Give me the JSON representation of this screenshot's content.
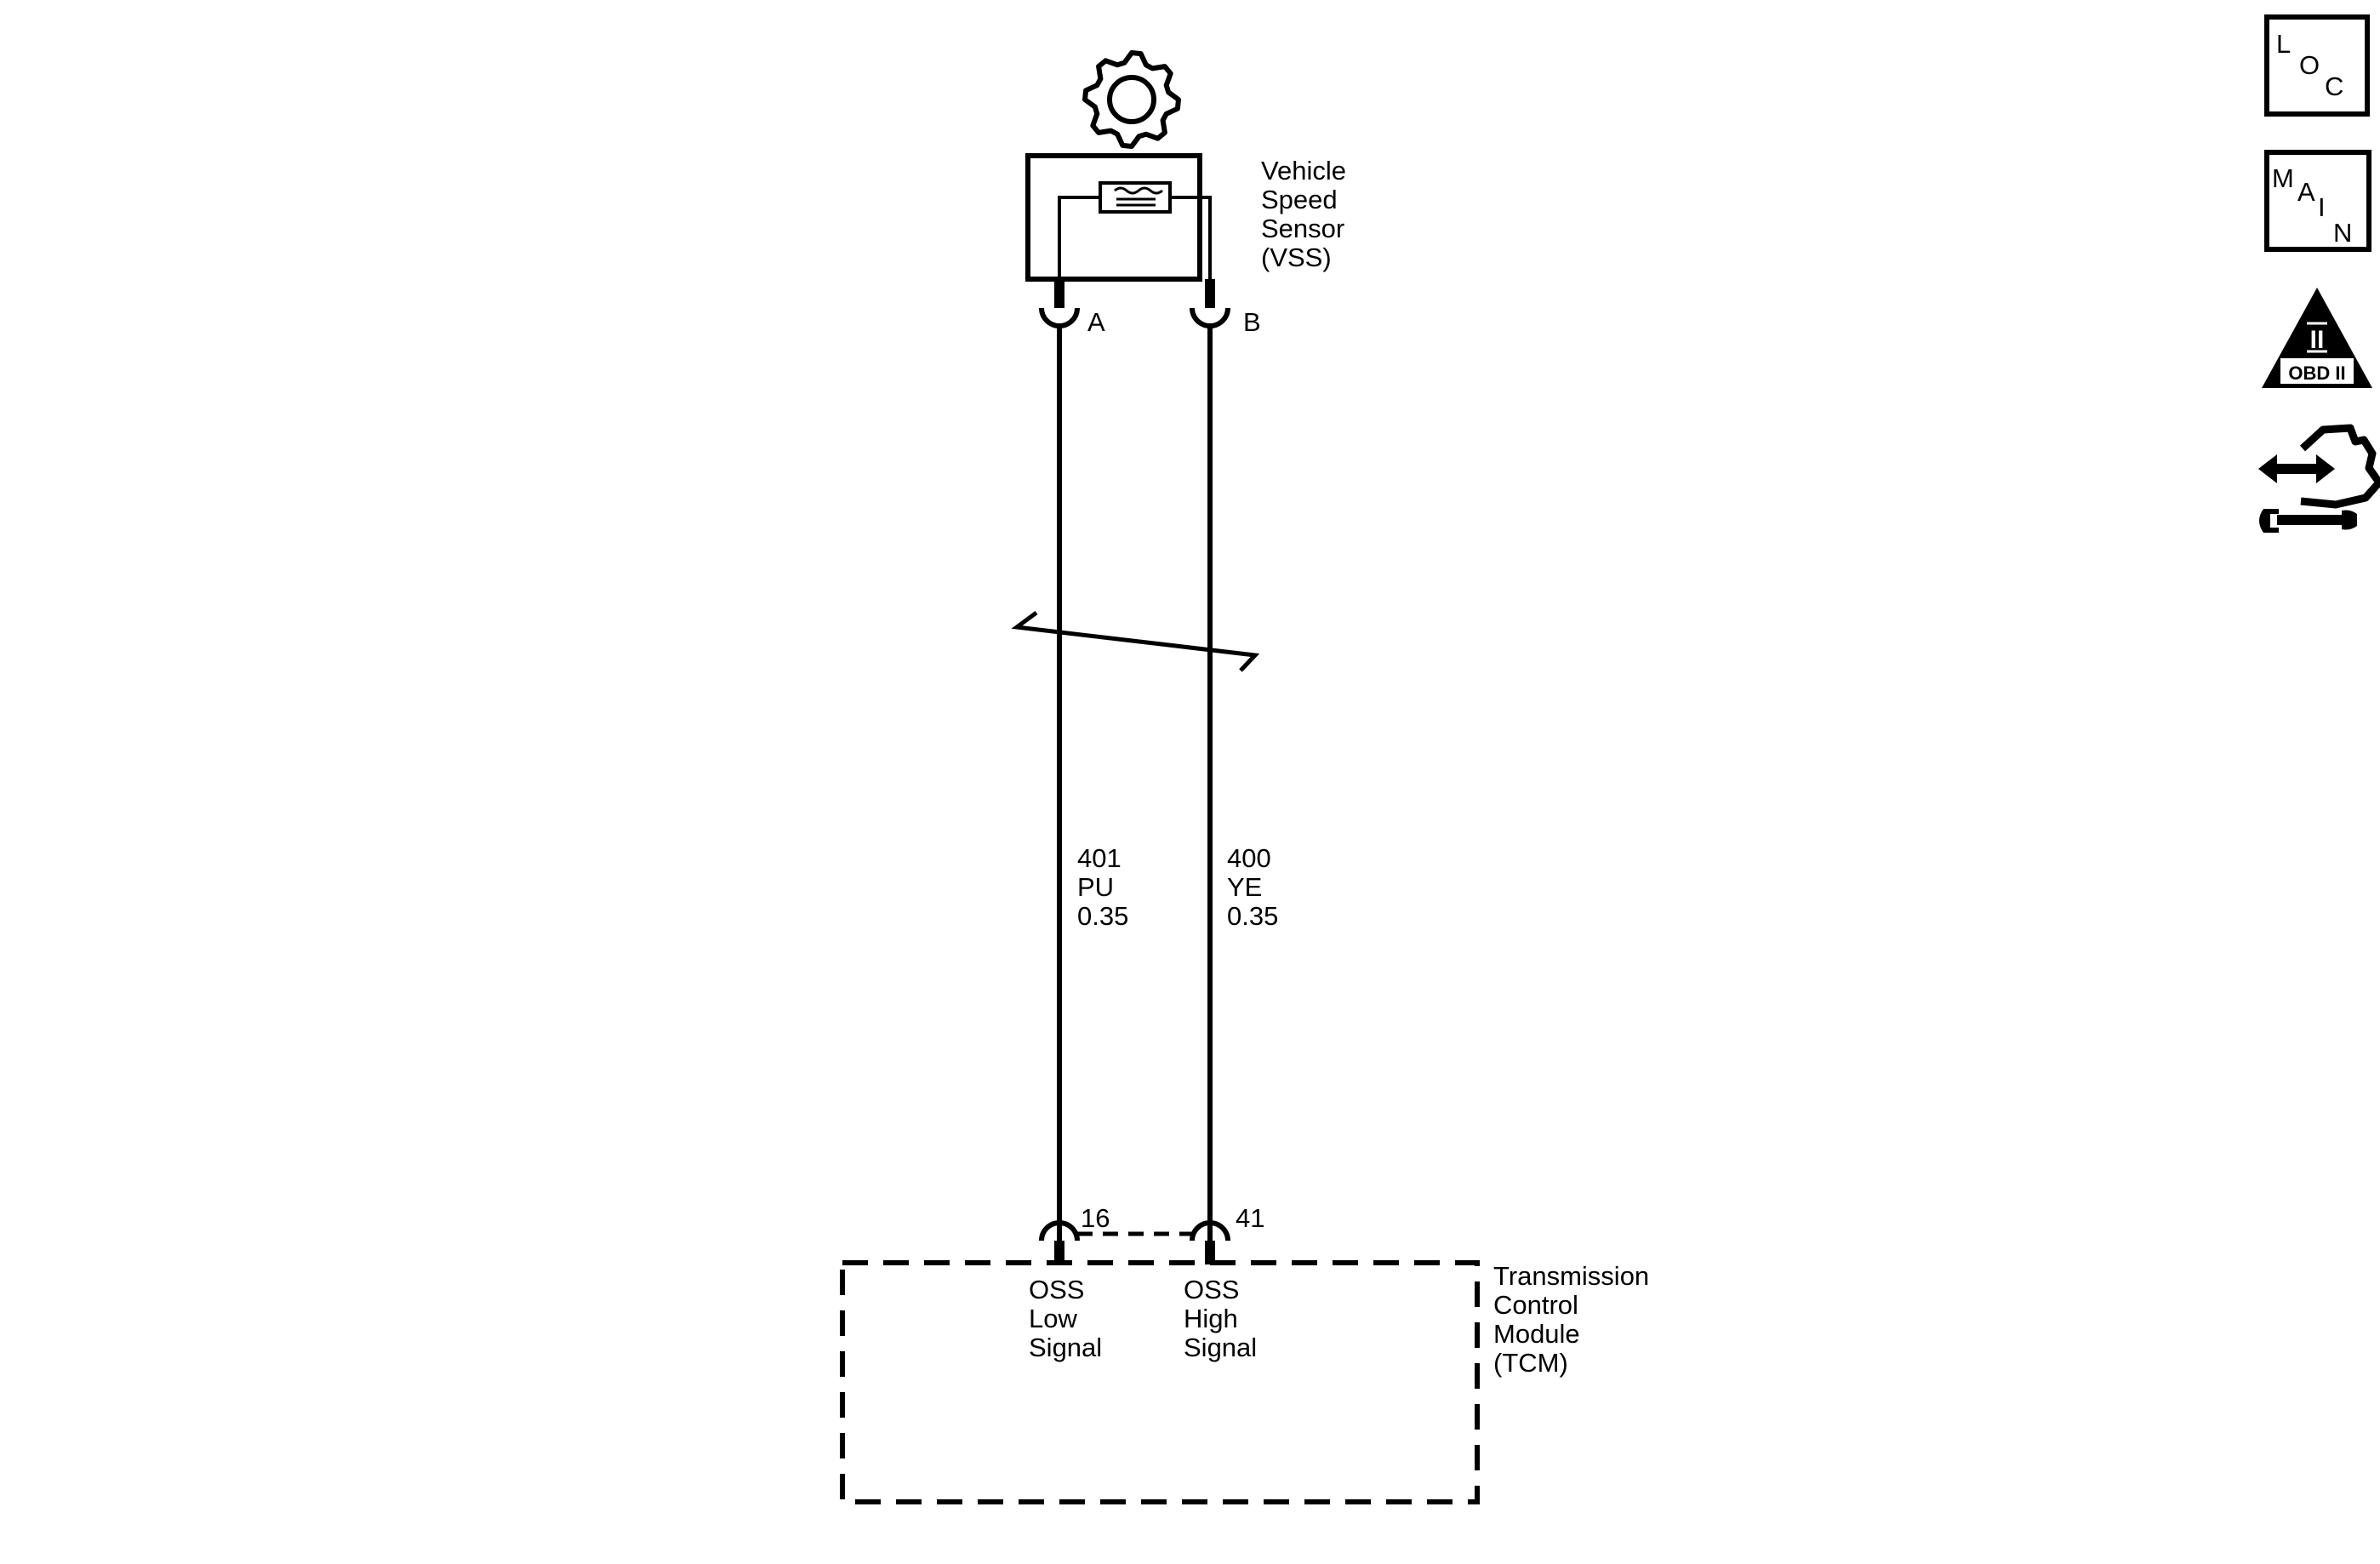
{
  "vss": {
    "label_lines": [
      "Vehicle",
      "Speed",
      "Sensor",
      "(VSS)"
    ],
    "pin_a": "A",
    "pin_b": "B"
  },
  "wires": [
    {
      "circuit": "401",
      "color": "PU",
      "gauge": "0.35"
    },
    {
      "circuit": "400",
      "color": "YE",
      "gauge": "0.35"
    }
  ],
  "tcm": {
    "label_lines": [
      "Transmission",
      "Control",
      "Module",
      "(TCM)"
    ],
    "pins": [
      "16",
      "41"
    ],
    "signal_a_lines": [
      "OSS",
      "Low",
      "Signal"
    ],
    "signal_b_lines": [
      "OSS",
      "High",
      "Signal"
    ]
  },
  "nav": {
    "loc": {
      "letters": [
        "L",
        "O",
        "C"
      ],
      "icon": "location-icon"
    },
    "main": {
      "letters": [
        "M",
        "A",
        "I",
        "N"
      ],
      "icon": "main-index-icon"
    },
    "obd": {
      "numeral": "II",
      "label": "OBD II",
      "icon": "obd-ii-icon"
    },
    "connector_icon": "connector-end-view-icon"
  },
  "component_icon": "gear-icon"
}
